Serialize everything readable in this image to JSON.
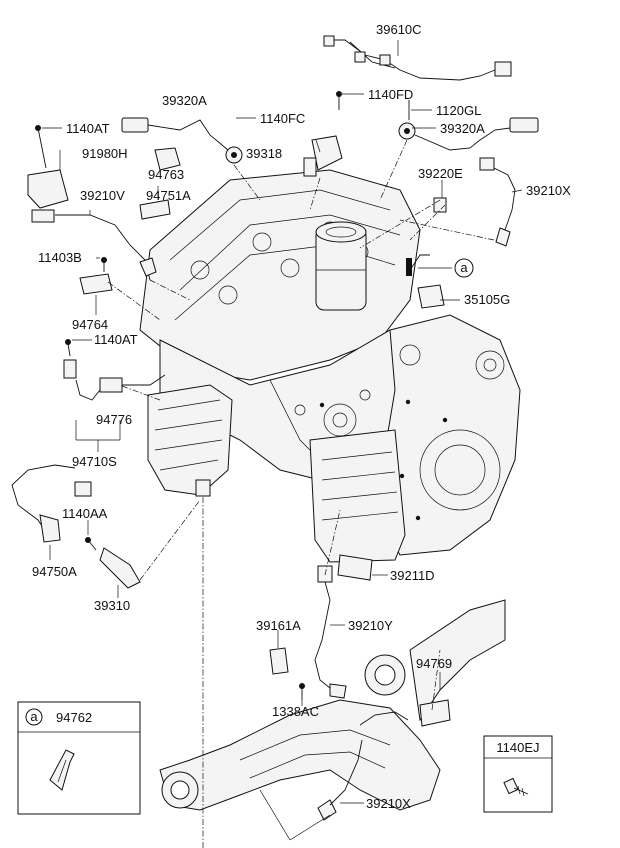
{
  "labels": {
    "p39610C": "39610C",
    "p1140FD": "1140FD",
    "p39320A_top": "39320A",
    "p1140FC": "1140FC",
    "p1120GL": "1120GL",
    "p1140AT_top": "1140AT",
    "p39320A_right": "39320A",
    "p39318": "39318",
    "p91980H": "91980H",
    "p94763": "94763",
    "p39220E": "39220E",
    "p39210V": "39210V",
    "p94751A": "94751A",
    "p39210X_top": "39210X",
    "p11403B": "11403B",
    "p35105G": "35105G",
    "p94764": "94764",
    "p1140AT_mid": "1140AT",
    "p94776": "94776",
    "p94710S": "94710S",
    "p1140AA": "1140AA",
    "p94750A": "94750A",
    "p39310": "39310",
    "p39211D": "39211D",
    "p39161A": "39161A",
    "p39210Y": "39210Y",
    "p94769": "94769",
    "p1338AC": "1338AC",
    "p39210X_bottom": "39210X",
    "p94762": "94762",
    "p1140EJ": "1140EJ",
    "callout_a": "a",
    "inset_a": "a"
  }
}
